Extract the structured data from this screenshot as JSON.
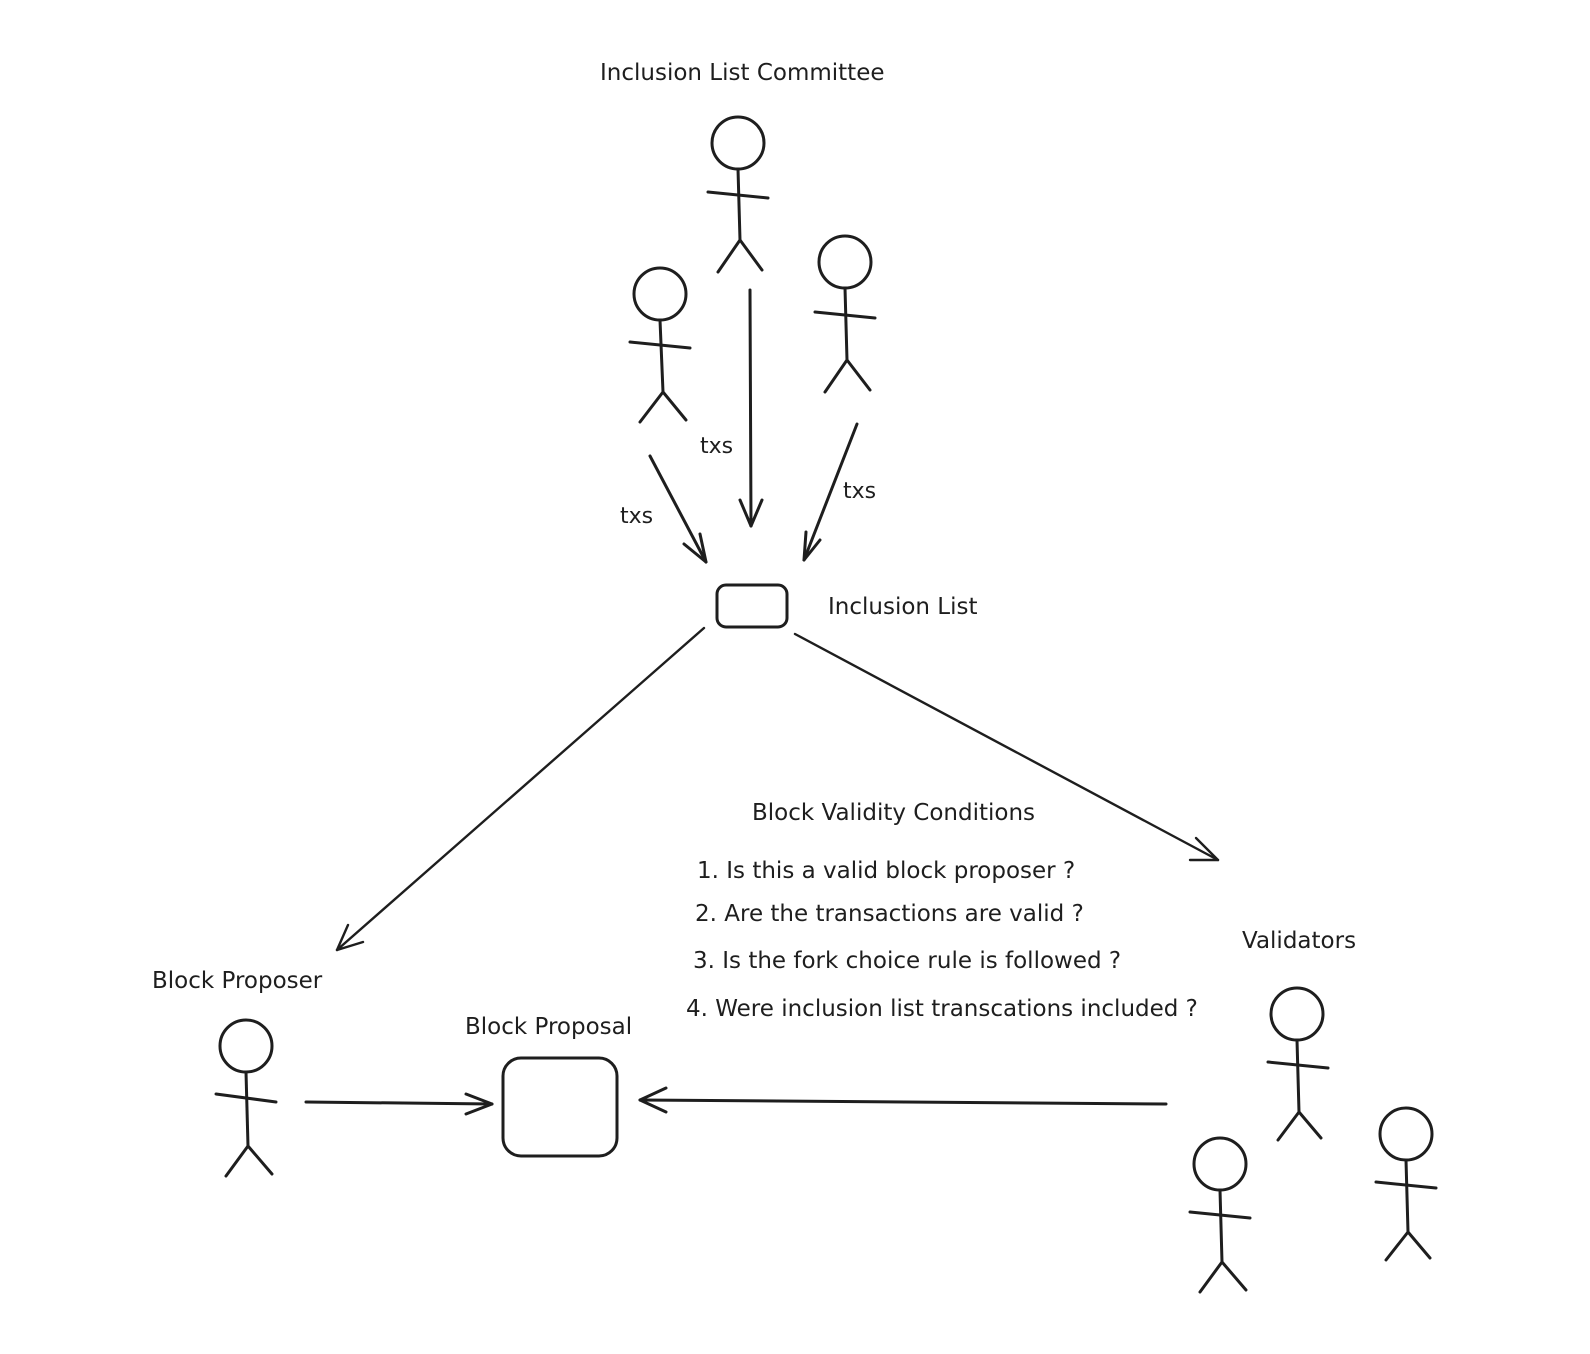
{
  "labels": {
    "committee": "Inclusion List Committee",
    "inclusion_list": "Inclusion List",
    "block_proposer": "Block Proposer",
    "block_proposal": "Block Proposal",
    "validators": "Validators",
    "txs_left": "txs",
    "txs_center": "txs",
    "txs_right": "txs"
  },
  "conditions": {
    "title": "Block Validity Conditions",
    "items": [
      "1. Is this a valid block proposer ?",
      "2. Are the transactions are valid ?",
      "3. Is the fork choice rule is followed ?",
      "4. Were inclusion list transcations included ?"
    ]
  },
  "colors": {
    "stroke": "#1e1e1e",
    "background": "#ffffff"
  }
}
